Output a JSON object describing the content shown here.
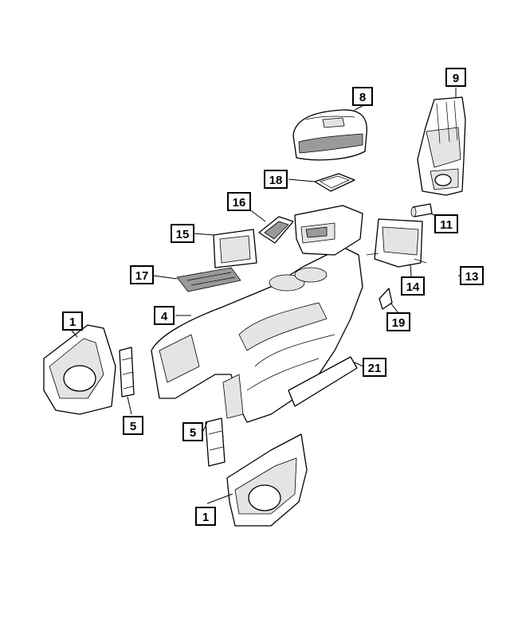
{
  "callouts": [
    {
      "id": "c1a",
      "label": "1"
    },
    {
      "id": "c1b",
      "label": "1"
    },
    {
      "id": "c4",
      "label": "4"
    },
    {
      "id": "c5a",
      "label": "5"
    },
    {
      "id": "c5b",
      "label": "5"
    },
    {
      "id": "c8",
      "label": "8"
    },
    {
      "id": "c9",
      "label": "9"
    },
    {
      "id": "c11",
      "label": "11"
    },
    {
      "id": "c13",
      "label": "13"
    },
    {
      "id": "c14",
      "label": "14"
    },
    {
      "id": "c15",
      "label": "15"
    },
    {
      "id": "c16",
      "label": "16"
    },
    {
      "id": "c17",
      "label": "17"
    },
    {
      "id": "c18",
      "label": "18"
    },
    {
      "id": "c19",
      "label": "19"
    },
    {
      "id": "c21",
      "label": "21"
    }
  ],
  "colors": {
    "line": "#000000",
    "shade": "#e4e4e4",
    "dark": "#9a9a9a",
    "background": "#ffffff"
  }
}
